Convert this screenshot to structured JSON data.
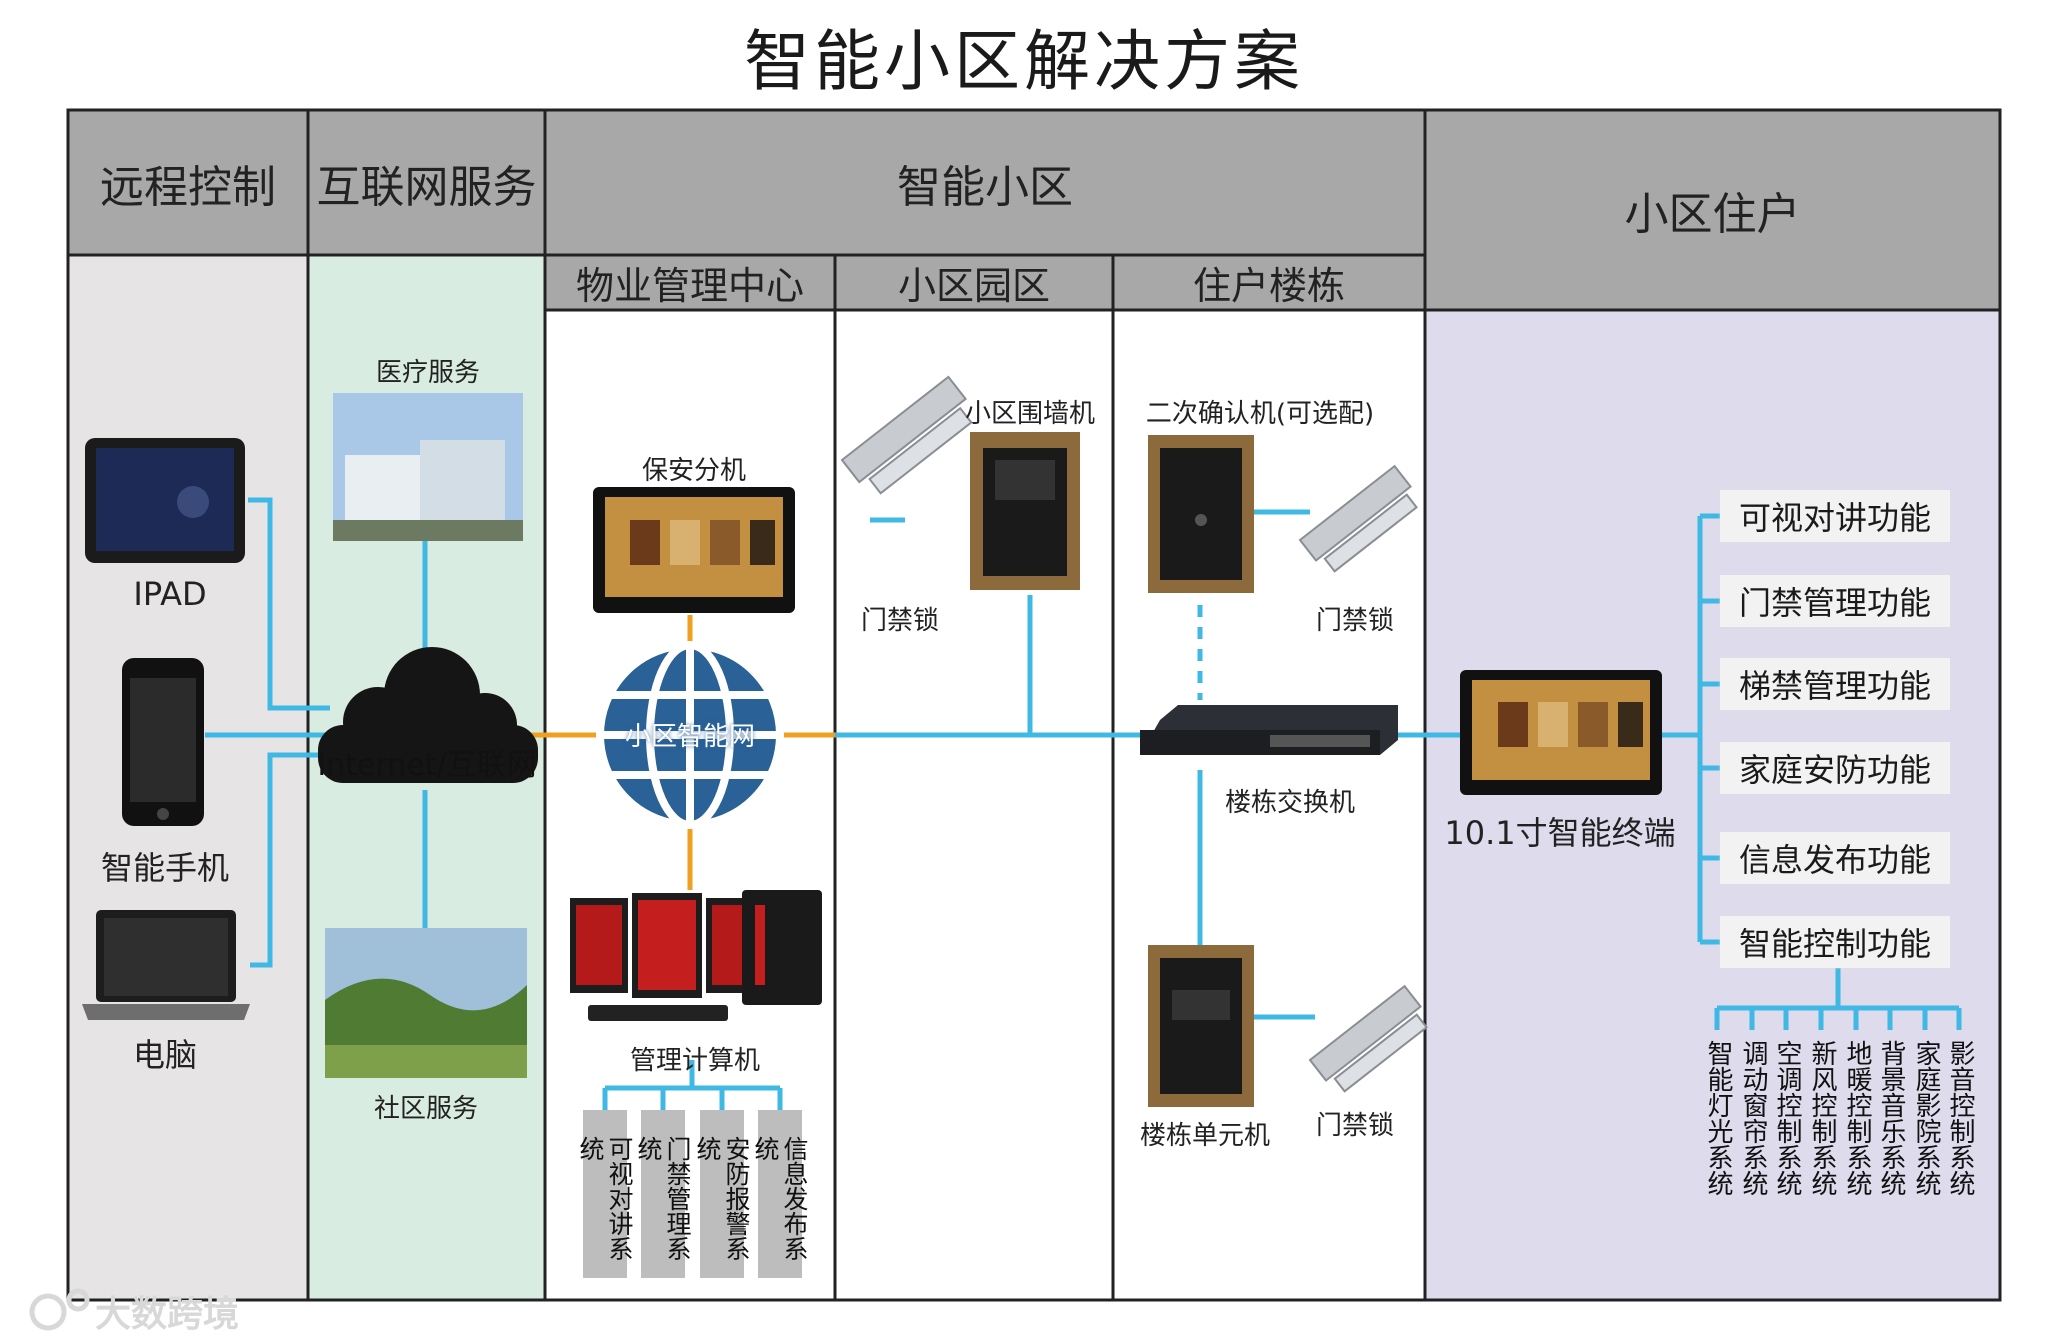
{
  "title": "智能小区解决方案",
  "columns": {
    "remote": "远程控制",
    "internet": "互联网服务",
    "community": "智能小区",
    "residents": "小区住户",
    "property_center": "物业管理中心",
    "park": "小区园区",
    "building": "住户楼栋"
  },
  "remote": {
    "ipad": "IPAD",
    "phone": "智能手机",
    "computer": "电脑"
  },
  "internet": {
    "medical": "医疗服务",
    "cloud": "Internet/互联网",
    "social": "社区服务"
  },
  "property": {
    "guard": "保安分机",
    "globe": "小区智能网",
    "pc": "管理计算机",
    "systems": [
      "可视对讲系统",
      "门禁管理系统",
      "安防报警系统",
      "信息发布系统"
    ]
  },
  "park": {
    "wall_unit": "小区围墙机",
    "lock": "门禁锁"
  },
  "building": {
    "confirm": "二次确认机(可选配)",
    "lock_top": "门禁锁",
    "switch": "楼栋交换机",
    "unit": "楼栋单元机",
    "lock_bottom": "门禁锁"
  },
  "residents": {
    "terminal": "10.1寸智能终端",
    "functions": [
      "可视对讲功能",
      "门禁管理功能",
      "梯禁管理功能",
      "家庭安防功能",
      "信息发布功能",
      "智能控制功能"
    ],
    "systems": [
      "智能灯光系统",
      "调动窗帘系统",
      "空调控制系统",
      "新风控制系统",
      "地暖控制系统",
      "背景音乐系统",
      "家庭影院系统",
      "影音控制系统"
    ]
  },
  "watermark": "大数跨境",
  "colors": {
    "header_gray": "#a8a8a8",
    "remote_bg": "#e6e4e4",
    "internet_bg": "#d9ece2",
    "resident_bg": "#dedbec",
    "line_blue": "#3fb8e4",
    "line_orange": "#f0a020",
    "globe_blue": "#2a6196"
  }
}
